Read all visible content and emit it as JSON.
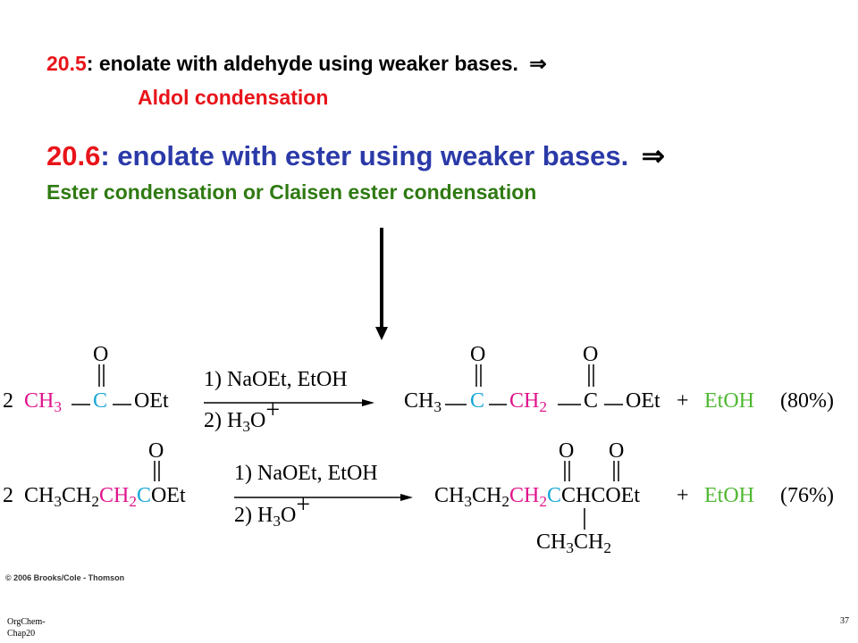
{
  "heading1": {
    "number": "20.5",
    "text": ": enolate with aldehyde using weaker bases.",
    "arrow": "⇒",
    "result": "Aldol condensation"
  },
  "heading2": {
    "number": "20.6",
    "text": ": enolate with ester using weaker bases.",
    "arrow": "⇒",
    "result": "Ester condensation or Claisen ester condensation"
  },
  "reaction1": {
    "coef": "2",
    "reactant": {
      "ch3": "CH",
      "sub3": "3",
      "c": "C",
      "o": "O",
      "oet": "OEt"
    },
    "cond1": "1) NaOEt, EtOH",
    "cond2_pre": "2) H",
    "cond2_sub": "3",
    "cond2_o": "O",
    "cond2_plus": "+",
    "product": {
      "ch3": "CH",
      "sub3": "3",
      "c1": "C",
      "ch2": "CH",
      "sub2": "2",
      "c2": "C",
      "o1": "O",
      "o2": "O",
      "oet": "OEt"
    },
    "plus": "+",
    "etoh": "EtOH",
    "yield": "(80%)"
  },
  "reaction2": {
    "coef": "2",
    "reactant": {
      "p1": "CH",
      "s1": "3",
      "p2": "CH",
      "s2": "2",
      "p3": "CH",
      "s3": "2",
      "c": "C",
      "oet": "OEt",
      "o": "O"
    },
    "cond1": "1) NaOEt, EtOH",
    "cond2_pre": "2) H",
    "cond2_sub": "3",
    "cond2_o": "O",
    "cond2_plus": "+",
    "product": {
      "p1": "CH",
      "s1": "3",
      "p2": "CH",
      "s2": "2",
      "p3": "CH",
      "s3": "2",
      "c1": "C",
      "c2": "C",
      "rest": "HCOEt",
      "o1": "O",
      "o2": "O",
      "branch_a": "CH",
      "branch_as": "3",
      "branch_b": "CH",
      "branch_bs": "2"
    },
    "plus": "+",
    "etoh": "EtOH",
    "yield": "(76%)"
  },
  "copyright": "© 2006 Brooks/Cole - Thomson",
  "footer_left": "OrgChem-\nChap20",
  "page_number": "37"
}
